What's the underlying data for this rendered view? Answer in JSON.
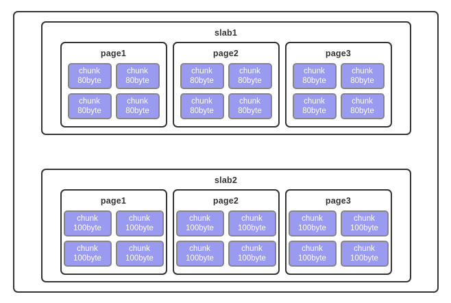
{
  "diagram": {
    "title_hidden": "slab allocator memory layout",
    "colors": {
      "frame_border": "#333333",
      "chunk_fill": "#9a9af0",
      "chunk_border": "#858585",
      "chunk_text": "#ffffff",
      "label_text": "#333333",
      "background": "#ffffff"
    },
    "slabs": [
      {
        "label": "slab1",
        "chunk_size": "80byte",
        "pages": [
          {
            "label": "page1",
            "chunks": [
              {
                "name": "chunk",
                "size": "80byte"
              },
              {
                "name": "chunk",
                "size": "80byte"
              },
              {
                "name": "chunk",
                "size": "80byte"
              },
              {
                "name": "chunk",
                "size": "80byte"
              }
            ]
          },
          {
            "label": "page2",
            "chunks": [
              {
                "name": "chunk",
                "size": "80byte"
              },
              {
                "name": "chunk",
                "size": "80byte"
              },
              {
                "name": "chunk",
                "size": "80byte"
              },
              {
                "name": "chunk",
                "size": "80byte"
              }
            ]
          },
          {
            "label": "page3",
            "chunks": [
              {
                "name": "chunk",
                "size": "80byte"
              },
              {
                "name": "chunk",
                "size": "80byte"
              },
              {
                "name": "chunk",
                "size": "80byte"
              },
              {
                "name": "chunk",
                "size": "80byte"
              }
            ]
          }
        ]
      },
      {
        "label": "slab2",
        "chunk_size": "100byte",
        "pages": [
          {
            "label": "page1",
            "chunks": [
              {
                "name": "chunk",
                "size": "100byte"
              },
              {
                "name": "chunk",
                "size": "100byte"
              },
              {
                "name": "chunk",
                "size": "100byte"
              },
              {
                "name": "chunk",
                "size": "100byte"
              }
            ]
          },
          {
            "label": "page2",
            "chunks": [
              {
                "name": "chunk",
                "size": "100byte"
              },
              {
                "name": "chunk",
                "size": "100byte"
              },
              {
                "name": "chunk",
                "size": "100byte"
              },
              {
                "name": "chunk",
                "size": "100byte"
              }
            ]
          },
          {
            "label": "page3",
            "chunks": [
              {
                "name": "chunk",
                "size": "100byte"
              },
              {
                "name": "chunk",
                "size": "100byte"
              },
              {
                "name": "chunk",
                "size": "100byte"
              },
              {
                "name": "chunk",
                "size": "100byte"
              }
            ]
          }
        ]
      }
    ]
  }
}
